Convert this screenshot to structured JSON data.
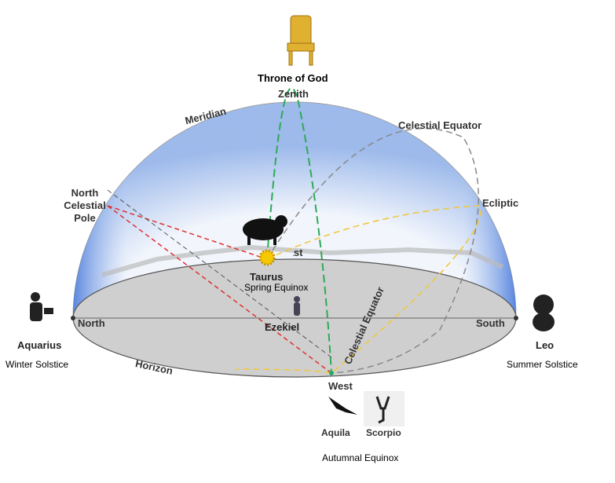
{
  "title": "Throne of God",
  "labels": {
    "zenith": "Zenith",
    "meridian": "Meridian",
    "celestial_equator_top": "Celestial Equator",
    "celestial_equator_diag": "Celestial Equator",
    "ecliptic": "Ecliptic",
    "north_celestial_pole": "North Celestial Pole",
    "north": "North",
    "south": "South",
    "west": "West",
    "east": "East",
    "horizon": "Horizon",
    "ezekiel": "Ezekiel"
  },
  "constellations": {
    "taurus": {
      "name": "Taurus",
      "season": "Spring Equinox"
    },
    "aquarius": {
      "name": "Aquarius",
      "season": "Winter Solstice"
    },
    "leo": {
      "name": "Leo",
      "season": "Summer Solstice"
    },
    "aquila": {
      "name": "Aquila"
    },
    "scorpio": {
      "name": "Scorpio"
    },
    "autumn": "Autumnal Equinox"
  },
  "colors": {
    "meridian_line": "#2eaa55",
    "ecliptic": "#f0c840",
    "pole_line": "#e03030",
    "equator": "#888888",
    "dome": "#c8d8f0",
    "ground": "#cfcfcf"
  }
}
